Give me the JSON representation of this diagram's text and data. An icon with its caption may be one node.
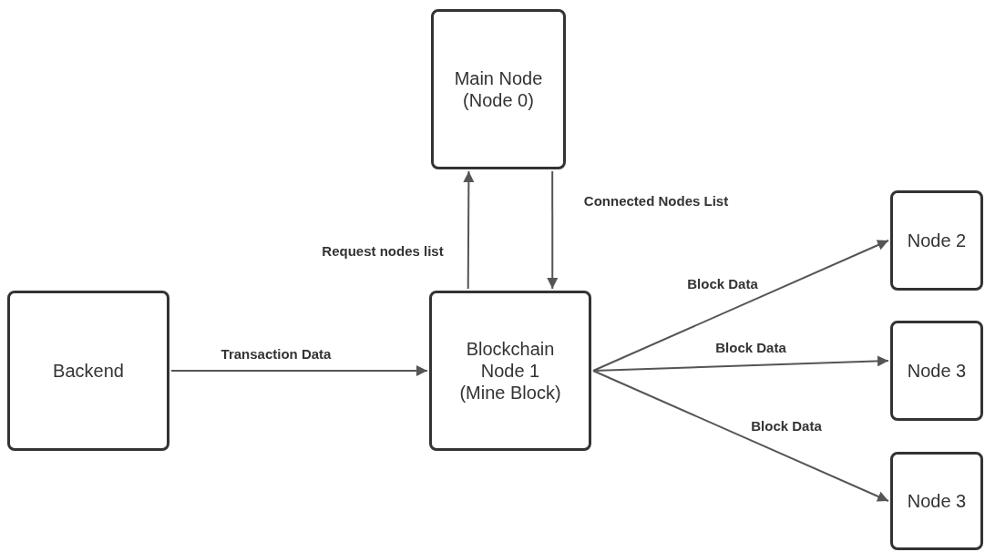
{
  "diagram": {
    "nodes": [
      {
        "text": [
          "Main Node (Node 0)"
        ]
      },
      {
        "text": [
          "Backend"
        ]
      },
      {
        "text": [
          "Blockchain Node 1 (Mine Block)"
        ]
      },
      {
        "text": [
          "Node 2"
        ]
      },
      {
        "text": [
          "Node 3"
        ]
      },
      {
        "text": [
          "Node 3"
        ]
      }
    ],
    "edges": [
      {
        "from": 1,
        "to": 2,
        "arrow": "to",
        "label": "Transaction Data"
      },
      {
        "from": 2,
        "to": 0,
        "arrow": "to",
        "label": "Request nodes list"
      },
      {
        "from": 0,
        "to": 2,
        "arrow": "to",
        "label": "Connected Nodes List"
      },
      {
        "from": 2,
        "to": 3,
        "arrow": "to",
        "label": "Block Data"
      },
      {
        "from": 2,
        "to": 4,
        "arrow": "to",
        "label": "Block Data"
      },
      {
        "from": 2,
        "to": 5,
        "arrow": "to",
        "label": "Block Data"
      }
    ]
  }
}
